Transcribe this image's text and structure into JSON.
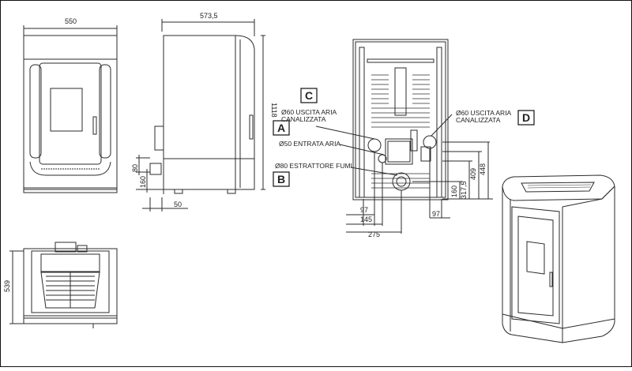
{
  "front_view": {
    "width_label": "550"
  },
  "side_view": {
    "depth_label": "573,5",
    "height_label": "1118",
    "outlet_height_80": "80",
    "outlet_height_160": "160",
    "offset_50": "50"
  },
  "top_view": {
    "depth_label": "539"
  },
  "rear_view": {
    "labels": {
      "c_desc_line1": "Ø60 USCITA ARIA",
      "c_desc_line2": "CANALIZZATA",
      "a_desc": "Ø50 ENTRATA ARIA",
      "b_desc": "Ø80 ESTRATTORE FUMI",
      "d_desc_line1": "Ø60 USCITA ARIA",
      "d_desc_line2": "CANALIZZATA"
    },
    "letters": {
      "a": "A",
      "b": "B",
      "c": "C",
      "d": "D"
    },
    "dims": {
      "left_97": "97",
      "d145": "145",
      "d275": "275",
      "right_97": "97",
      "v160": "160",
      "v317_5": "317,5",
      "v409": "409",
      "v448": "448"
    }
  },
  "colors": {
    "line": "#2b2b2b",
    "frame": "#111111"
  }
}
